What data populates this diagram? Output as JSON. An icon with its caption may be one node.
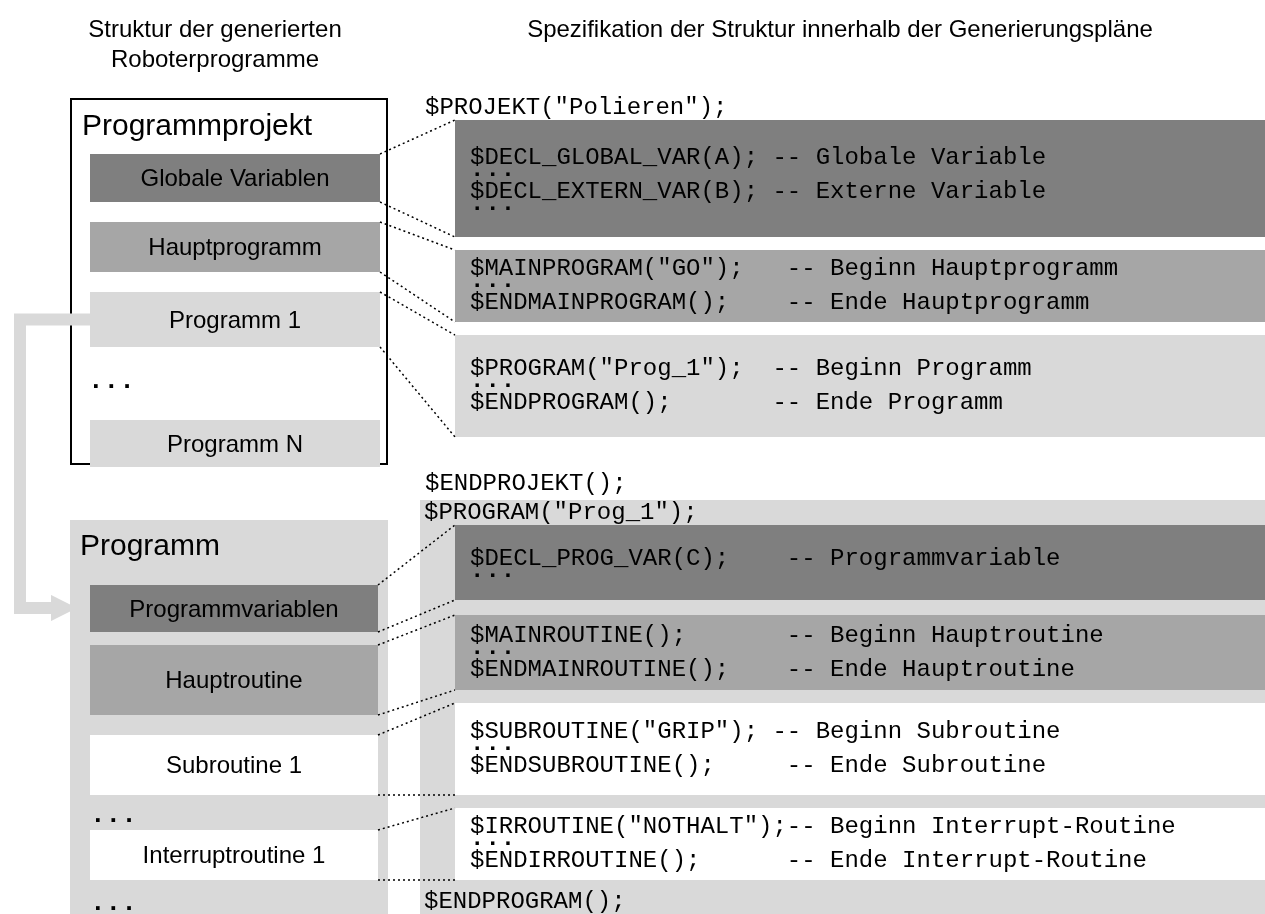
{
  "diagram": {
    "nodes": [
      {
        "text": [
          "Programmprojekt"
        ]
      },
      {
        "text": [
          "Globale Variablen"
        ],
        "in": 0
      },
      {
        "text": [
          "Hauptprogramm"
        ],
        "in": 0
      },
      {
        "text": [
          "Programm 1"
        ],
        "in": 0
      },
      {
        "text": [
          "Programm N"
        ],
        "in": 0
      },
      {
        "text": [
          "Programm"
        ]
      },
      {
        "text": [
          "Programmvariablen"
        ],
        "in": 5
      },
      {
        "text": [
          "Hauptroutine"
        ],
        "in": 5
      },
      {
        "text": [
          "Subroutine 1"
        ],
        "in": 5
      },
      {
        "text": [
          "Interruptroutine 1"
        ],
        "in": 5
      },
      {
        "text": [
          "$DECL_GLOBAL_VAR(A); -- Globale Variable",
          "...",
          "$DECL_EXTERN_VAR(B); -- Externe Variable",
          "..."
        ]
      },
      {
        "text": [
          "$MAINPROGRAM(\"GO\");   -- Beginn Hauptprogramm",
          "...",
          "$ENDMAINPROGRAM();    -- Ende Hauptprogramm"
        ]
      },
      {
        "text": [
          "$PROGRAM(\"Prog_1\");  -- Beginn Programm",
          "...",
          "$ENDPROGRAM();       -- Ende Programm"
        ]
      },
      {
        "text": [
          "$PROGRAM(\"Prog_1\");",
          "$ENDPROGRAM();"
        ]
      },
      {
        "text": [
          "$DECL_PROG_VAR(C);    -- Programmvariable",
          "..."
        ],
        "in": 13
      },
      {
        "text": [
          "$MAINROUTINE();       -- Beginn Hauptroutine",
          "...",
          "$ENDMAINROUTINE();    -- Ende Hauptroutine"
        ],
        "in": 13
      },
      {
        "text": [
          "$SUBROUTINE(\"GRIP\"); -- Beginn Subroutine",
          "...",
          "$ENDSUBROUTINE();     -- Ende Subroutine"
        ],
        "in": 13
      },
      {
        "text": [
          "$IRROUTINE(\"NOTHALT\");-- Beginn Interrupt-Routine",
          "...",
          "$ENDIRROUTINE();      -- Ende Interrupt-Routine"
        ],
        "in": 13
      }
    ],
    "edges": [
      {
        "from": 1,
        "to": 10,
        "arrow": "none",
        "style": "dashed"
      },
      {
        "from": 1,
        "to": 10,
        "arrow": "none",
        "style": "dashed"
      },
      {
        "from": 2,
        "to": 11,
        "arrow": "none",
        "style": "dashed"
      },
      {
        "from": 2,
        "to": 11,
        "arrow": "none",
        "style": "dashed"
      },
      {
        "from": 3,
        "to": 12,
        "arrow": "none",
        "style": "dashed"
      },
      {
        "from": 3,
        "to": 12,
        "arrow": "none",
        "style": "dashed"
      },
      {
        "from": 3,
        "to": 5,
        "arrow": "to",
        "style": "thick",
        "color": "#d9d9d9"
      },
      {
        "from": 6,
        "to": 14,
        "arrow": "none",
        "style": "dashed"
      },
      {
        "from": 6,
        "to": 14,
        "arrow": "none",
        "style": "dashed"
      },
      {
        "from": 7,
        "to": 15,
        "arrow": "none",
        "style": "dashed"
      },
      {
        "from": 7,
        "to": 15,
        "arrow": "none",
        "style": "dashed"
      },
      {
        "from": 8,
        "to": 16,
        "arrow": "none",
        "style": "dashed"
      },
      {
        "from": 8,
        "to": 16,
        "arrow": "none",
        "style": "dashed"
      },
      {
        "from": 9,
        "to": 17,
        "arrow": "none",
        "style": "dashed"
      },
      {
        "from": 9,
        "to": 17,
        "arrow": "none",
        "style": "dashed"
      }
    ],
    "labels": [
      "Struktur der generierten Roboterprogramme",
      "Spezifikation der Struktur innerhalb der Generierungspläne",
      "$PROJEKT(\"Polieren\");",
      "...",
      "$ENDPROJEKT();",
      "...",
      "..."
    ]
  }
}
